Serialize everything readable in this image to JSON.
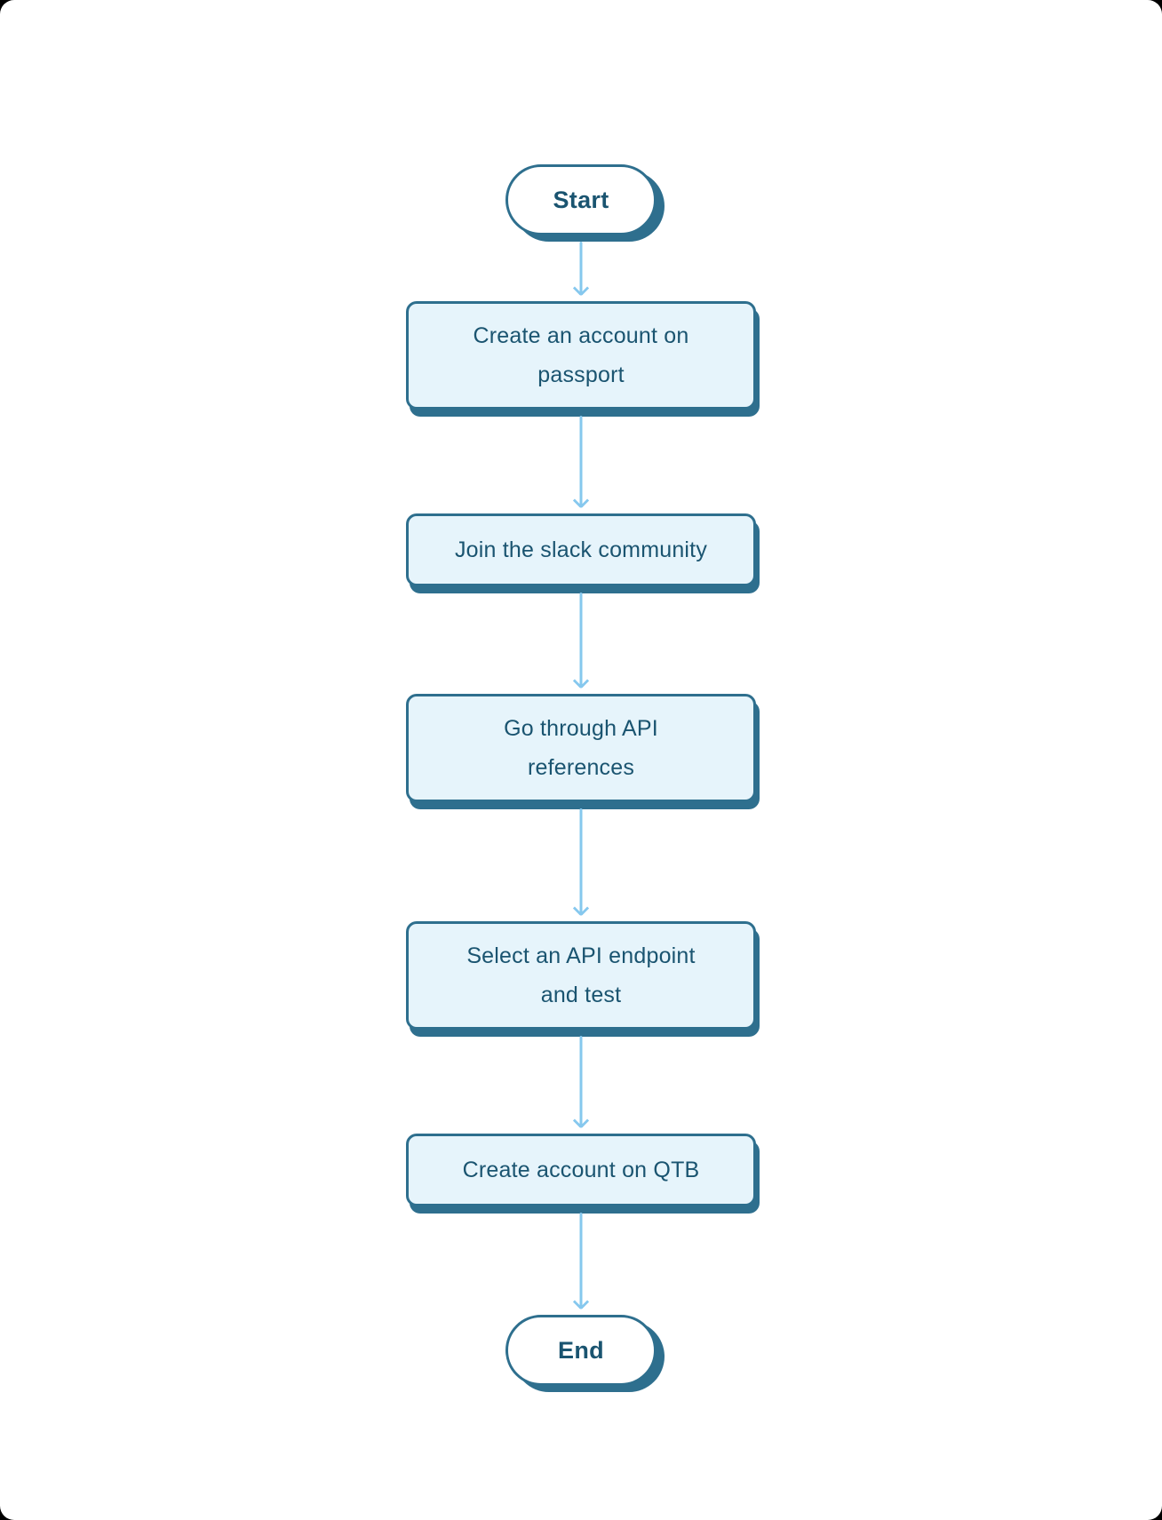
{
  "theme": {
    "border_color": "#2e6f8e",
    "node_fill": "#e6f4fb",
    "terminal_fill": "#ffffff",
    "text_color": "#1a5470",
    "arrow_color": "#86c8ee",
    "canvas_bg": "#ffffff",
    "backdrop": "#000000"
  },
  "flowchart": {
    "direction": "top-down",
    "nodes": [
      {
        "id": "start",
        "type": "terminal",
        "label": "Start"
      },
      {
        "id": "step-1",
        "type": "process",
        "label": "Create an account on passport"
      },
      {
        "id": "step-2",
        "type": "process",
        "label": "Join the slack community"
      },
      {
        "id": "step-3",
        "type": "process",
        "label": "Go through API references"
      },
      {
        "id": "step-4",
        "type": "process",
        "label": "Select an API endpoint and test"
      },
      {
        "id": "step-5",
        "type": "process",
        "label": "Create account on QTB"
      },
      {
        "id": "end",
        "type": "terminal",
        "label": "End"
      }
    ],
    "edges": [
      {
        "from": "start",
        "to": "step-1"
      },
      {
        "from": "step-1",
        "to": "step-2"
      },
      {
        "from": "step-2",
        "to": "step-3"
      },
      {
        "from": "step-3",
        "to": "step-4"
      },
      {
        "from": "step-4",
        "to": "step-5"
      },
      {
        "from": "step-5",
        "to": "end"
      }
    ]
  }
}
